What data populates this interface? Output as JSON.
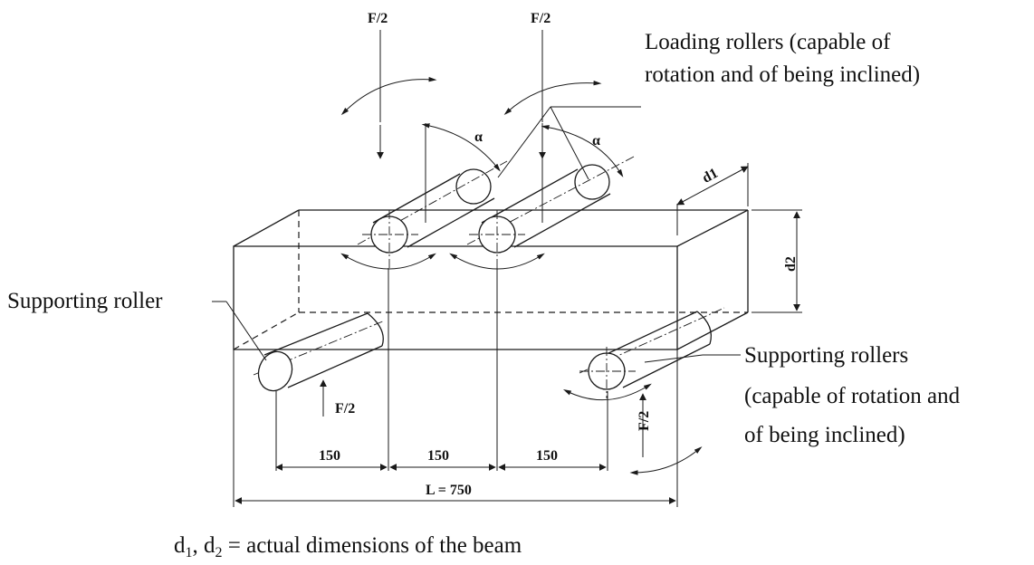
{
  "diagram": {
    "load_labels": [
      "F/2",
      "F/2"
    ],
    "reaction_labels": [
      "F/2",
      "F/2"
    ],
    "angle_labels": [
      "α",
      "α"
    ],
    "width_dim": "d1",
    "height_dim": "d2",
    "spacing_labels": [
      "150",
      "150",
      "150"
    ],
    "span_label": "L = 750",
    "callouts": {
      "loading_rollers": [
        "Loading rollers (capable of",
        "rotation and of being inclined)"
      ],
      "supporting_roller": "Supporting roller",
      "supporting_rollers": [
        "Supporting rollers",
        "(capable of rotation and",
        "of being inclined)"
      ]
    },
    "caption": {
      "d": "d",
      "sub1": "1",
      "sep": ", d",
      "sub2": "2",
      "rest": " = actual dimensions of the beam"
    }
  }
}
